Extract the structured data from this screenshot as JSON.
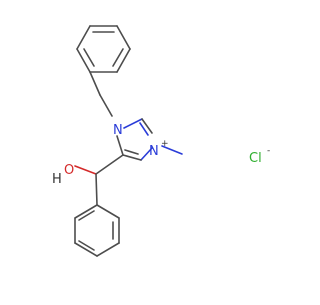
{
  "molecule": {
    "atom_labels": {
      "n1": "N",
      "n3": "N",
      "n3_charge": "+",
      "oh_h": "H",
      "oh_o": "O",
      "chloride": "Cl",
      "chloride_charge": "-"
    },
    "colors": {
      "bond": "#4d4d4d",
      "nitrogen": "#2a3cd8",
      "oxygen": "#d42a2a",
      "chlorine": "#2fae2f",
      "text_dark": "#333333"
    }
  }
}
